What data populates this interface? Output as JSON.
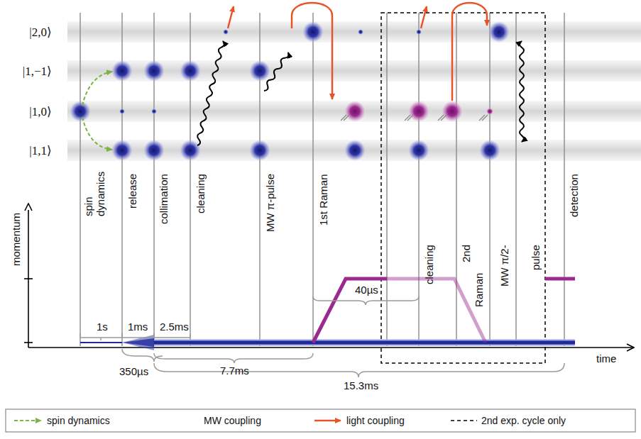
{
  "diagram": {
    "nodes": [
      {
        "text": [
          "|2,0⟩"
        ]
      },
      {
        "text": [
          "|1,−1⟩"
        ]
      },
      {
        "text": [
          "|1,0⟩"
        ]
      },
      {
        "text": [
          "|1,1⟩"
        ]
      }
    ],
    "labels": [
      "spin dynamics",
      "release",
      "collimation",
      "cleaning",
      "MW π-pulse",
      "1st Raman",
      "cleaning",
      "2nd",
      "Raman",
      "MW π/2-",
      "pulse",
      "detection",
      "momentum",
      "time",
      "1s",
      "1ms",
      "2.5ms",
      "40µs",
      "350µs",
      "7.7ms",
      "15.3ms"
    ],
    "legend": [
      {
        "text": "spin dynamics"
      },
      {
        "text": "MW coupling"
      },
      {
        "text": "light coupling"
      },
      {
        "text": "2nd exp. cycle only"
      }
    ]
  }
}
